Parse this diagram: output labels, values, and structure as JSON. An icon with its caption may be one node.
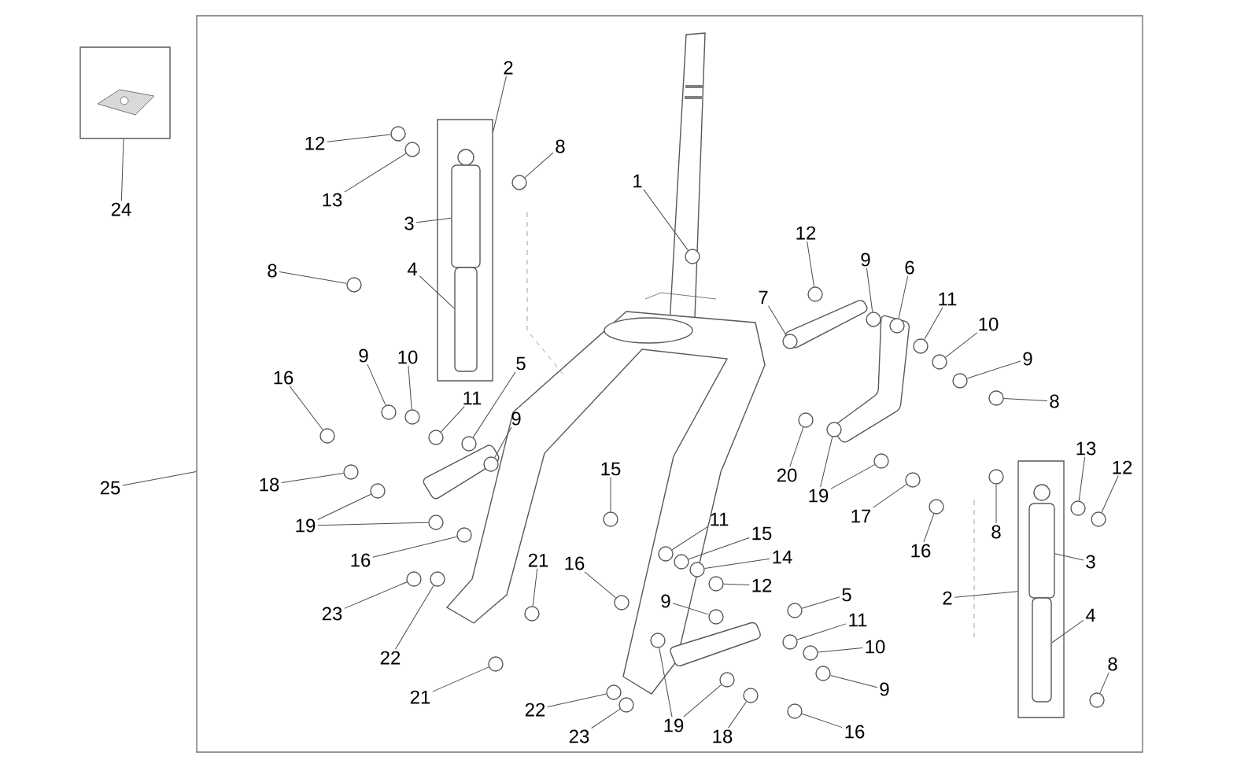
{
  "diagram": {
    "nodes": [
      {
        "text": [],
        "shape": "box"
      },
      {
        "text": [],
        "shape": "box"
      },
      {
        "text": [],
        "shape": "box",
        "in": 0
      },
      {
        "text": [],
        "shape": "box",
        "in": 0
      },
      {
        "text": [
          "24"
        ]
      },
      {
        "text": [
          "25"
        ]
      },
      {
        "text": [
          "2"
        ],
        "in": 0
      },
      {
        "text": [
          "2"
        ],
        "in": 0
      },
      {
        "text": [
          "1"
        ],
        "in": 0
      },
      {
        "text": [
          "12"
        ],
        "in": 0
      },
      {
        "text": [
          "8"
        ],
        "in": 0
      },
      {
        "text": [
          "13"
        ],
        "in": 0
      },
      {
        "text": [
          "3"
        ],
        "in": 0
      },
      {
        "text": [
          "12"
        ],
        "in": 0
      },
      {
        "text": [
          "9"
        ],
        "in": 0
      },
      {
        "text": [
          "6"
        ],
        "in": 0
      },
      {
        "text": [
          "4"
        ],
        "in": 0
      },
      {
        "text": [
          "8"
        ],
        "in": 0
      },
      {
        "text": [
          "7"
        ],
        "in": 0
      },
      {
        "text": [
          "11"
        ],
        "in": 0
      },
      {
        "text": [
          "10"
        ],
        "in": 0
      },
      {
        "text": [
          "9"
        ],
        "in": 0
      },
      {
        "text": [
          "10"
        ],
        "in": 0
      },
      {
        "text": [
          "5"
        ],
        "in": 0
      },
      {
        "text": [
          "9"
        ],
        "in": 0
      },
      {
        "text": [
          "16"
        ],
        "in": 0
      },
      {
        "text": [
          "11"
        ],
        "in": 0
      },
      {
        "text": [
          "8"
        ],
        "in": 0
      },
      {
        "text": [
          "9"
        ],
        "in": 0
      },
      {
        "text": [
          "15"
        ],
        "in": 0
      },
      {
        "text": [
          "20"
        ],
        "in": 0
      },
      {
        "text": [
          "8"
        ],
        "in": 0
      },
      {
        "text": [
          "18"
        ],
        "in": 0
      },
      {
        "text": [
          "13"
        ],
        "in": 0
      },
      {
        "text": [
          "12"
        ],
        "in": 0
      },
      {
        "text": [
          "19"
        ],
        "in": 0
      },
      {
        "text": [
          "17"
        ],
        "in": 0
      },
      {
        "text": [
          "19"
        ],
        "in": 0
      },
      {
        "text": [
          "11"
        ],
        "in": 0
      },
      {
        "text": [
          "15"
        ],
        "in": 0
      },
      {
        "text": [
          "16"
        ],
        "in": 0
      },
      {
        "text": [
          "16"
        ],
        "in": 0
      },
      {
        "text": [
          "21"
        ],
        "in": 0
      },
      {
        "text": [
          "16"
        ],
        "in": 0
      },
      {
        "text": [
          "14"
        ],
        "in": 0
      },
      {
        "text": [
          "3"
        ],
        "in": 0
      },
      {
        "text": [
          "12"
        ],
        "in": 0
      },
      {
        "text": [
          "5"
        ],
        "in": 0
      },
      {
        "text": [
          "9"
        ],
        "in": 0
      },
      {
        "text": [
          "23"
        ],
        "in": 0
      },
      {
        "text": [
          "4"
        ],
        "in": 0
      },
      {
        "text": [
          "11"
        ],
        "in": 0
      },
      {
        "text": [
          "10"
        ],
        "in": 0
      },
      {
        "text": [
          "22"
        ],
        "in": 0
      },
      {
        "text": [
          "8"
        ],
        "in": 0
      },
      {
        "text": [
          "9"
        ],
        "in": 0
      },
      {
        "text": [
          "21"
        ],
        "in": 0
      },
      {
        "text": [
          "22"
        ],
        "in": 0
      },
      {
        "text": [
          "19"
        ],
        "in": 0
      },
      {
        "text": [
          "18"
        ],
        "in": 0
      },
      {
        "text": [
          "16"
        ],
        "in": 0
      },
      {
        "text": [
          "23"
        ],
        "in": 0
      },
      {
        "text": [],
        "shape": "circle",
        "in": 0
      },
      {
        "text": [],
        "shape": "circle",
        "in": 0
      },
      {
        "text": [],
        "shape": "circle",
        "in": 0
      },
      {
        "text": [],
        "shape": "circle",
        "in": 0
      },
      {
        "text": [],
        "shape": "cylinder",
        "in": 2
      },
      {
        "text": [],
        "shape": "circle",
        "in": 0
      },
      {
        "text": [],
        "shape": "circle",
        "in": 0
      },
      {
        "text": [],
        "shape": "circle",
        "in": 0
      },
      {
        "text": [],
        "shape": "cylinder",
        "in": 2
      },
      {
        "text": [],
        "shape": "circle",
        "in": 0
      },
      {
        "text": [],
        "shape": "circle",
        "in": 0
      },
      {
        "text": [],
        "shape": "circle",
        "in": 0
      },
      {
        "text": [],
        "shape": "circle",
        "in": 0
      },
      {
        "text": [],
        "shape": "circle",
        "in": 0
      },
      {
        "text": [],
        "shape": "circle",
        "in": 0
      },
      {
        "text": [],
        "shape": "circle",
        "in": 0
      },
      {
        "text": [],
        "shape": "circle",
        "in": 0
      },
      {
        "text": [],
        "shape": "circle",
        "in": 0
      },
      {
        "text": [],
        "shape": "circle",
        "in": 0
      },
      {
        "text": [],
        "shape": "circle",
        "in": 0
      },
      {
        "text": [],
        "shape": "circle",
        "in": 0
      },
      {
        "text": [],
        "shape": "circle",
        "in": 0
      },
      {
        "text": [],
        "shape": "circle",
        "in": 0
      },
      {
        "text": [],
        "shape": "circle",
        "in": 0
      },
      {
        "text": [],
        "shape": "circle",
        "in": 0
      },
      {
        "text": [],
        "shape": "circle",
        "in": 0
      },
      {
        "text": [],
        "shape": "circle",
        "in": 0
      },
      {
        "text": [],
        "shape": "circle",
        "in": 0
      },
      {
        "text": [],
        "shape": "circle",
        "in": 0
      },
      {
        "text": [],
        "shape": "circle",
        "in": 0
      },
      {
        "text": [],
        "shape": "circle",
        "in": 0
      },
      {
        "text": [],
        "shape": "circle",
        "in": 0
      },
      {
        "text": [],
        "shape": "circle",
        "in": 0
      },
      {
        "text": [],
        "shape": "circle",
        "in": 0
      },
      {
        "text": [],
        "shape": "circle",
        "in": 0
      },
      {
        "text": [],
        "shape": "circle",
        "in": 0
      },
      {
        "text": [],
        "shape": "circle",
        "in": 0
      },
      {
        "text": [],
        "shape": "circle",
        "in": 0
      },
      {
        "text": [],
        "shape": "circle",
        "in": 0
      },
      {
        "text": [],
        "shape": "cylinder",
        "in": 3
      },
      {
        "text": [],
        "shape": "circle",
        "in": 0
      },
      {
        "text": [],
        "shape": "circle",
        "in": 0
      },
      {
        "text": [],
        "shape": "circle",
        "in": 0
      },
      {
        "text": [],
        "shape": "circle",
        "in": 0
      },
      {
        "text": [],
        "shape": "cylinder",
        "in": 3
      },
      {
        "text": [],
        "shape": "circle",
        "in": 0
      },
      {
        "text": [],
        "shape": "circle",
        "in": 0
      },
      {
        "text": [],
        "shape": "circle",
        "in": 0
      },
      {
        "text": [],
        "shape": "circle",
        "in": 0
      },
      {
        "text": [],
        "shape": "circle",
        "in": 0
      },
      {
        "text": [],
        "shape": "circle",
        "in": 0
      },
      {
        "text": [],
        "shape": "circle",
        "in": 0
      },
      {
        "text": [],
        "shape": "circle",
        "in": 0
      },
      {
        "text": [],
        "shape": "circle",
        "in": 0
      },
      {
        "text": [],
        "shape": "circle",
        "in": 0
      },
      {
        "text": [],
        "shape": "circle",
        "in": 0
      },
      {
        "text": [],
        "shape": "circle",
        "in": 0
      }
    ],
    "edges": [
      {
        "from": 4,
        "to": 1,
        "arrow": "none"
      },
      {
        "from": 5,
        "to": 0,
        "arrow": "none"
      },
      {
        "from": 6,
        "to": 2,
        "arrow": "none"
      },
      {
        "from": 7,
        "to": 3,
        "arrow": "none"
      },
      {
        "from": 8,
        "to": 62,
        "arrow": "none"
      },
      {
        "from": 9,
        "to": 63,
        "arrow": "none"
      },
      {
        "from": 10,
        "to": 64,
        "arrow": "none"
      },
      {
        "from": 11,
        "to": 65,
        "arrow": "none"
      },
      {
        "from": 12,
        "to": 66,
        "arrow": "none"
      },
      {
        "from": 13,
        "to": 67,
        "arrow": "none"
      },
      {
        "from": 14,
        "to": 68,
        "arrow": "none"
      },
      {
        "from": 15,
        "to": 69,
        "arrow": "none"
      },
      {
        "from": 16,
        "to": 70,
        "arrow": "none"
      },
      {
        "from": 17,
        "to": 71,
        "arrow": "none"
      },
      {
        "from": 18,
        "to": 72,
        "arrow": "none"
      },
      {
        "from": 19,
        "to": 73,
        "arrow": "none"
      },
      {
        "from": 20,
        "to": 74,
        "arrow": "none"
      },
      {
        "from": 21,
        "to": 75,
        "arrow": "none"
      },
      {
        "from": 22,
        "to": 76,
        "arrow": "none"
      },
      {
        "from": 23,
        "to": 77,
        "arrow": "none"
      },
      {
        "from": 24,
        "to": 78,
        "arrow": "none"
      },
      {
        "from": 25,
        "to": 79,
        "arrow": "none"
      },
      {
        "from": 26,
        "to": 80,
        "arrow": "none"
      },
      {
        "from": 27,
        "to": 81,
        "arrow": "none"
      },
      {
        "from": 28,
        "to": 82,
        "arrow": "none"
      },
      {
        "from": 29,
        "to": 83,
        "arrow": "none"
      },
      {
        "from": 30,
        "to": 84,
        "arrow": "none"
      },
      {
        "from": 31,
        "to": 85,
        "arrow": "none"
      },
      {
        "from": 32,
        "to": 86,
        "arrow": "none"
      },
      {
        "from": 33,
        "to": 87,
        "arrow": "none"
      },
      {
        "from": 34,
        "to": 88,
        "arrow": "none"
      },
      {
        "from": 35,
        "to": 89,
        "arrow": "none"
      },
      {
        "from": 35,
        "to": 90,
        "arrow": "none"
      },
      {
        "from": 36,
        "to": 91,
        "arrow": "none"
      },
      {
        "from": 37,
        "to": 92,
        "arrow": "none"
      },
      {
        "from": 37,
        "to": 93,
        "arrow": "none"
      },
      {
        "from": 38,
        "to": 94,
        "arrow": "none"
      },
      {
        "from": 39,
        "to": 95,
        "arrow": "none"
      },
      {
        "from": 40,
        "to": 96,
        "arrow": "none"
      },
      {
        "from": 41,
        "to": 97,
        "arrow": "none"
      },
      {
        "from": 42,
        "to": 98,
        "arrow": "none"
      },
      {
        "from": 43,
        "to": 99,
        "arrow": "none"
      },
      {
        "from": 44,
        "to": 100,
        "arrow": "none"
      },
      {
        "from": 45,
        "to": 101,
        "arrow": "none"
      },
      {
        "from": 46,
        "to": 102,
        "arrow": "none"
      },
      {
        "from": 47,
        "to": 103,
        "arrow": "none"
      },
      {
        "from": 48,
        "to": 104,
        "arrow": "none"
      },
      {
        "from": 49,
        "to": 105,
        "arrow": "none"
      },
      {
        "from": 50,
        "to": 106,
        "arrow": "none"
      },
      {
        "from": 51,
        "to": 107,
        "arrow": "none"
      },
      {
        "from": 52,
        "to": 108,
        "arrow": "none"
      },
      {
        "from": 53,
        "to": 109,
        "arrow": "none"
      },
      {
        "from": 54,
        "to": 110,
        "arrow": "none"
      },
      {
        "from": 55,
        "to": 111,
        "arrow": "none"
      },
      {
        "from": 56,
        "to": 112,
        "arrow": "none"
      },
      {
        "from": 57,
        "to": 113,
        "arrow": "none"
      },
      {
        "from": 58,
        "to": 114,
        "arrow": "none"
      },
      {
        "from": 58,
        "to": 115,
        "arrow": "none"
      },
      {
        "from": 59,
        "to": 116,
        "arrow": "none"
      },
      {
        "from": 60,
        "to": 117,
        "arrow": "none"
      },
      {
        "from": 61,
        "to": 118,
        "arrow": "none"
      }
    ]
  }
}
